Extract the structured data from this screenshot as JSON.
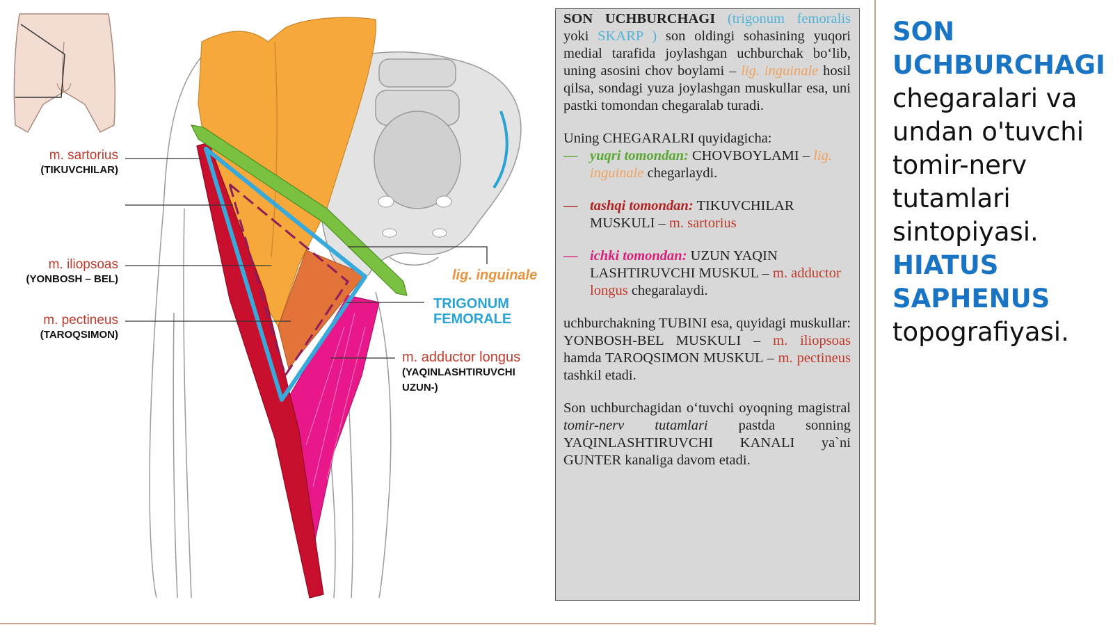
{
  "figure": {
    "labels": {
      "sartorius_lat": "m. sartorius",
      "sartorius_uz": "(TIKUVCHILAR)",
      "iliopsoas_lat": "m. iliopsoas",
      "iliopsoas_uz": "(YONBOSH – BEL)",
      "pectineus_lat": "m. pectineus",
      "pectineus_uz": "(TAROQSIMON)",
      "inguinale": "lig. inguinale",
      "trigonum_line1": "TRIGONUM",
      "trigonum_line2": "FEMORALE",
      "adductor_lat": "m. adductor longus",
      "adductor_uz_line1": "(YAQINLASHTIRUVCHI",
      "adductor_uz_line2": "UZUN-)"
    },
    "colors": {
      "sartorius": "#c8102e",
      "iliopsoas": "#f6a83b",
      "pectineus": "#e2743a",
      "adductor": "#e8188a",
      "ligament": "#7ac142",
      "trigonum_border": "#38a9db"
    }
  },
  "textbox": {
    "p1": {
      "title": "SON UCHBURCHAGI",
      "latin": "(trigonum femoralis",
      "yoki": "yoki",
      "skarp": "SKARP )",
      "text1": "son oldingi sohasining yuqori medial tarafida joylashgan uchburchak bo‘lib, uning asosini chov boylami –",
      "lig": "lig. inguinale",
      "text2": "hosil qilsa, sondagi yuza joylashgan muskullar esa, uni pastki tomondan chegaralab turadi."
    },
    "p2": "Uning CHEGARALRI quyidagicha:",
    "items": [
      {
        "dash": "—",
        "label": "yuqri tomondan:",
        "text1": "CHOVBOYLAMI –",
        "latin": "lig. inguinale",
        "text2": "chegarlaydi."
      },
      {
        "dash": "—",
        "label": "tashqi tomondan:",
        "text1": "TIKUVCHILAR MUSKULI –",
        "latin": "m. sartorius",
        "text2": ""
      },
      {
        "dash": "—",
        "label": "ichki tomondan:",
        "text1": "UZUN YAQIN LASHTIRUVCHI MUSKUL –",
        "latin": "m. adductor longus",
        "text2": "chegaralaydi."
      }
    ],
    "p3": {
      "text1": "uchburchakning TUBINI esa, quyidagi muskullar: YONBOSH-BEL MUSKULI –",
      "latin1": "m. iliopsoas",
      "text2": "hamda TAROQSIMON MUSKUL –",
      "latin2": "m. pectineus",
      "text3": "tashkil etadi."
    },
    "p4": {
      "text1": "Son uchburchagidan o‘tuvchi oyoqning magistral",
      "italic": "tomir-nerv tutamlari",
      "text2": "pastda sonning YAQINLASHTIRUVCHI KANALI ya`ni GUNTER kanaliga davom etadi."
    }
  },
  "right_title": {
    "hl1_line1": "SON",
    "hl1_line2": "UCHBURCHAGI",
    "text1_line1": "chegaralari va",
    "text1_line2": "undan o'tuvchi",
    "text1_line3": "tomir-nerv",
    "text1_line4": "tutamlari",
    "text1_line5": "sintopiyasi.",
    "hl2_line1": "HIATUS",
    "hl2_line2": "SAPHENUS",
    "text2_line1": "topografiyasi."
  }
}
